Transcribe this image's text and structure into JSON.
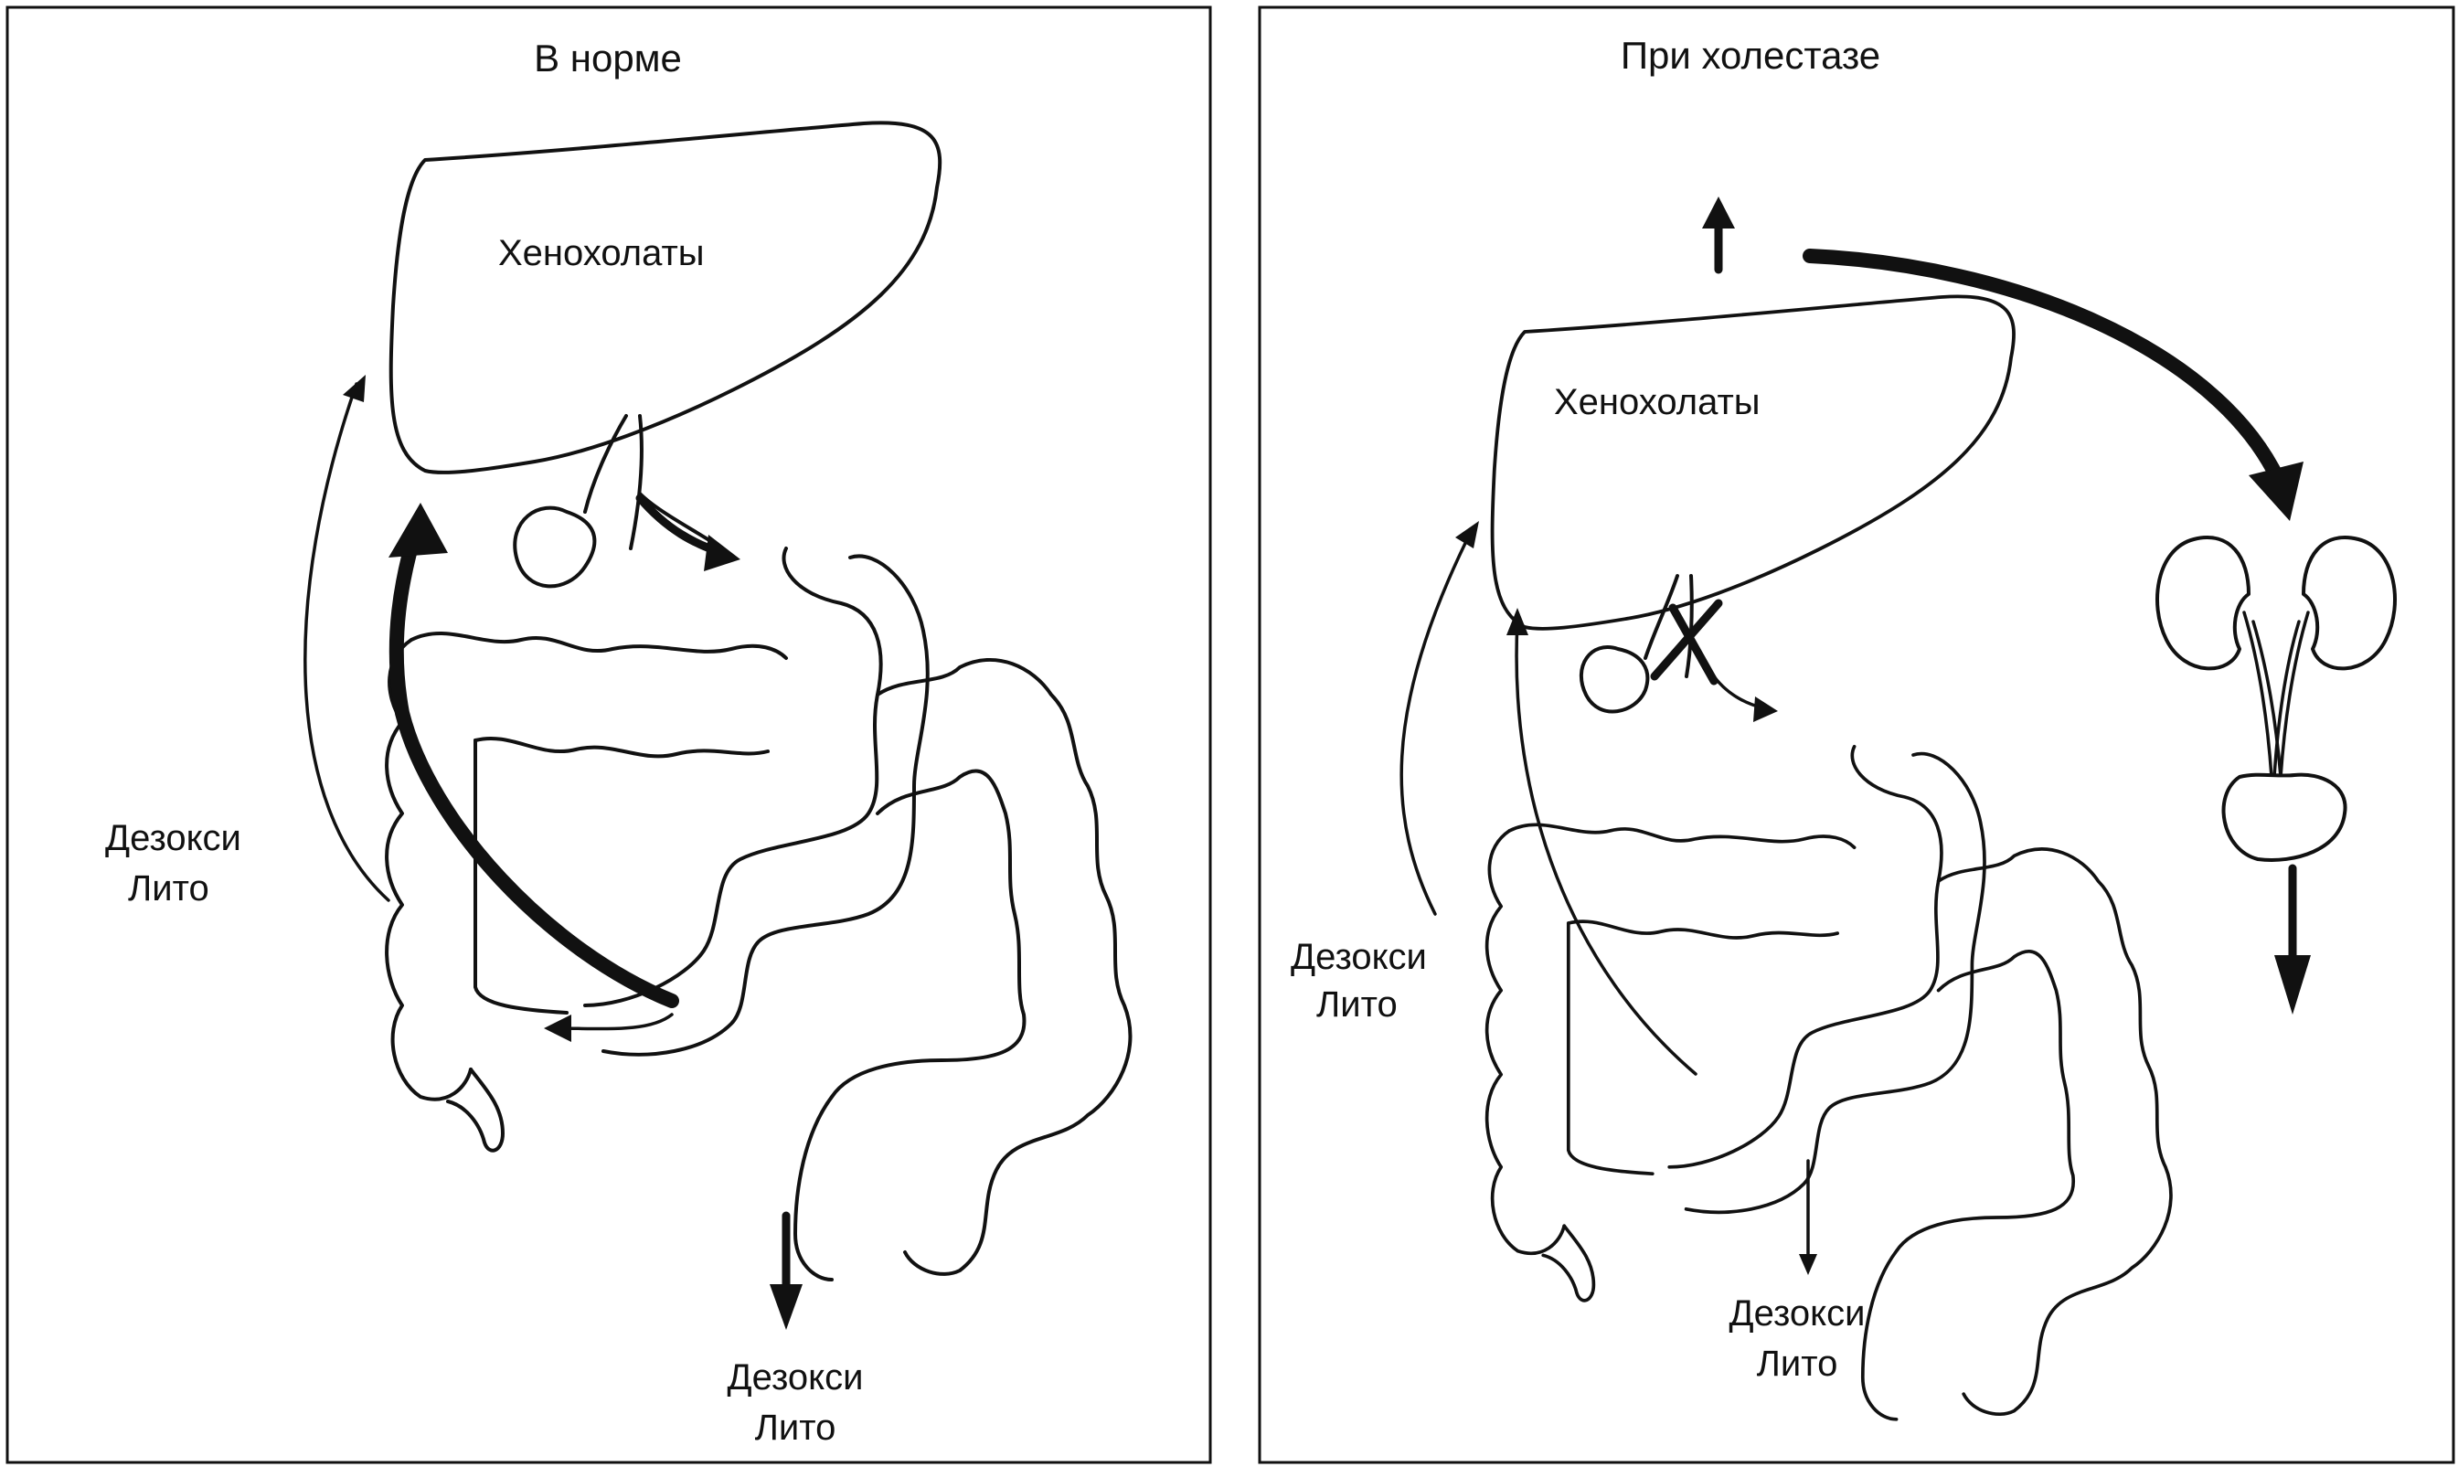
{
  "panels": [
    {
      "title": "В норме",
      "liver_label": "Хенохолаты",
      "side_label": [
        "Дезокси",
        "Лито"
      ],
      "bottom_label": [
        "Дезокси",
        "Лито"
      ]
    },
    {
      "title": "При холестазе",
      "liver_label": "Хенохолаты",
      "side_label": [
        "Дезокси",
        "Лито"
      ],
      "bottom_label": [
        "Дезокси",
        "Лито"
      ]
    }
  ],
  "icons": {
    "liver": "liver-icon",
    "gallbladder": "gallbladder-icon",
    "intestine": "intestine-icon",
    "kidneys": "kidneys-icon",
    "bladder": "bladder-icon",
    "blocked_duct": "blocked-duct-icon"
  },
  "colors": {
    "line": "#111111",
    "background": "#ffffff"
  }
}
